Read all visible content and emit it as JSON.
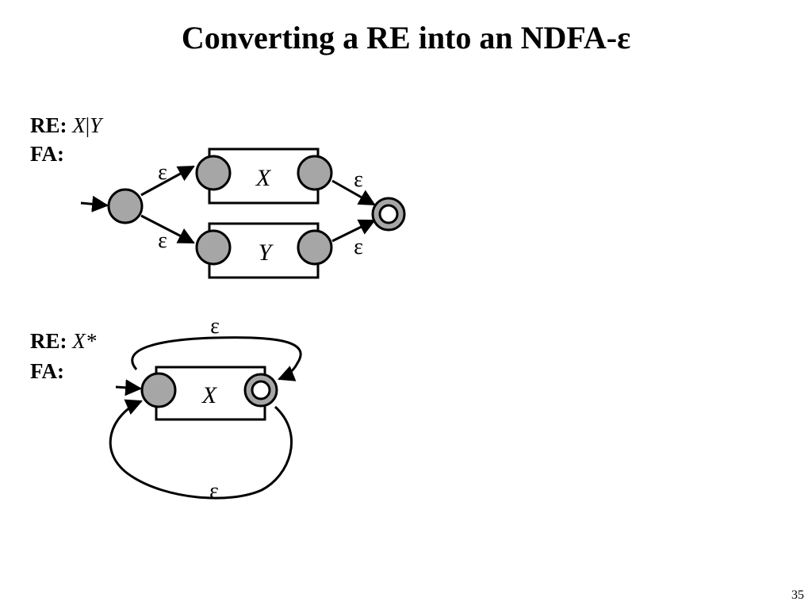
{
  "title": "Converting a RE into an NDFA-ε",
  "slide_number": "35",
  "examples": [
    {
      "re_label": "RE:",
      "re_expr_a": "X",
      "re_expr_sep": "|",
      "re_expr_b": "Y",
      "fa_label": "FA:",
      "box_top_label": "X",
      "box_bottom_label": "Y",
      "transition_labels": [
        "ε",
        "ε",
        "ε",
        "ε"
      ]
    },
    {
      "re_label": "RE:",
      "re_expr": "X*",
      "fa_label": "FA:",
      "box_label": "X",
      "transition_labels": [
        "ε",
        "ε"
      ]
    }
  ],
  "colors": {
    "state_fill": "#a6a6a6",
    "stroke": "#000000",
    "background": "#ffffff"
  }
}
